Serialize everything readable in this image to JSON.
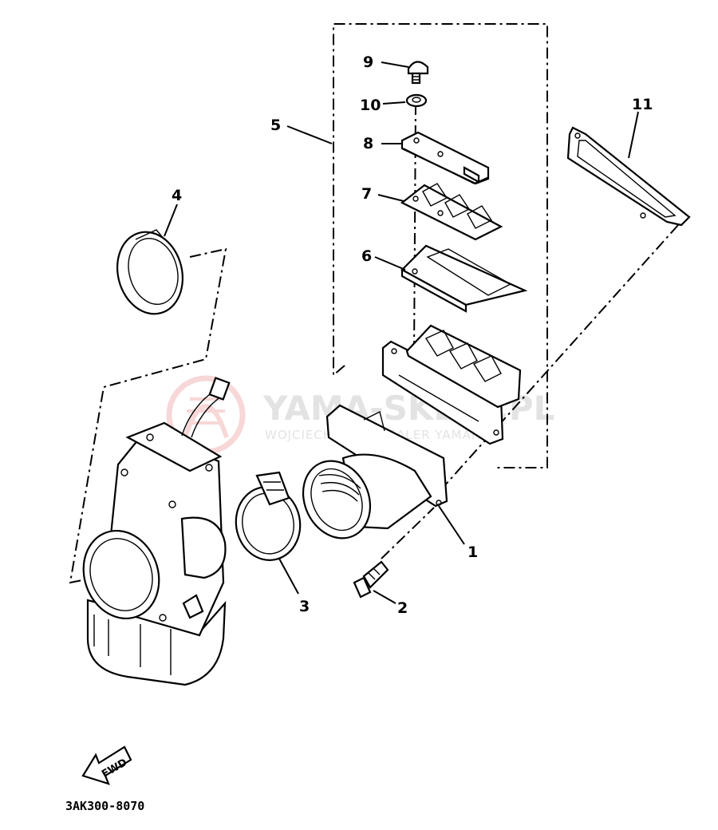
{
  "callouts": {
    "c1": "1",
    "c2": "2",
    "c3": "3",
    "c4": "4",
    "c5": "5",
    "c6": "6",
    "c7": "7",
    "c8": "8",
    "c9": "9",
    "c10": "10",
    "c11": "11"
  },
  "watermark": {
    "title": "YAMA-SKLEP.PL",
    "subtitle": "WOJCIECH KRZ | DEALER YAMAHA"
  },
  "fwd_label": "FWD",
  "diagram_code": "3AK300-8070",
  "colors": {
    "ink": "#000000",
    "watermark": "#e3e3e3",
    "watermark_logo": "#f2b8b8"
  }
}
